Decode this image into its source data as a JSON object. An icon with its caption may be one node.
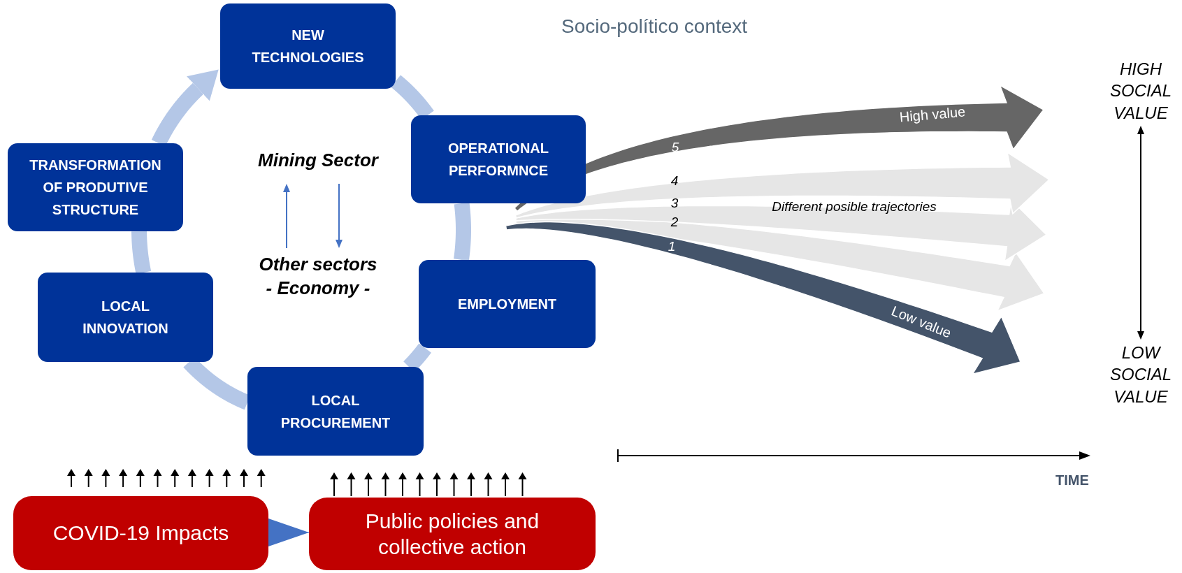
{
  "diagram": {
    "nodes": [
      {
        "text": [
          "NEW TECHNOLOGIES"
        ]
      },
      {
        "text": [
          "TRANSFORMATION OF PRODUTIVE STRUCTURE"
        ]
      },
      {
        "text": [
          "OPERATIONAL PERFORMNCE"
        ]
      },
      {
        "text": [
          "Mining Sector"
        ]
      },
      {
        "text": [
          "Other sectors - Economy -"
        ]
      },
      {
        "text": [
          "EMPLOYMENT"
        ]
      },
      {
        "text": [
          "LOCAL INNOVATION"
        ]
      },
      {
        "text": [
          "LOCAL PROCUREMENT"
        ]
      },
      {
        "text": [
          "COVID-19 Impacts"
        ]
      },
      {
        "text": [
          "Public policies and collective action"
        ]
      },
      {
        "text": [
          "HIGH SOCIAL VALUE"
        ]
      },
      {
        "text": [
          "LOW SOCIAL VALUE"
        ]
      }
    ],
    "edges": [
      {
        "from": 1,
        "to": 0,
        "arrow": "to"
      },
      {
        "from": 0,
        "to": 2,
        "arrow": "none"
      },
      {
        "from": 2,
        "to": 5,
        "arrow": "none"
      },
      {
        "from": 5,
        "to": 7,
        "arrow": "none"
      },
      {
        "from": 7,
        "to": 6,
        "arrow": "none"
      },
      {
        "from": 6,
        "to": 1,
        "arrow": "none"
      },
      {
        "from": 4,
        "to": 3,
        "arrow": "to",
        "color": "#4472c4"
      },
      {
        "from": 3,
        "to": 4,
        "arrow": "to",
        "color": "#4472c4"
      },
      {
        "from": 8,
        "to": 9,
        "arrow": "to",
        "color": "#4472c4"
      },
      {
        "from": 10,
        "to": 11,
        "arrow": "both",
        "color": "#000000"
      }
    ],
    "labels": [
      "Socio-político context",
      "High value",
      "5",
      "4",
      "3",
      "Different posible trajectories",
      "2",
      "1",
      "Low value",
      "TIME"
    ]
  }
}
